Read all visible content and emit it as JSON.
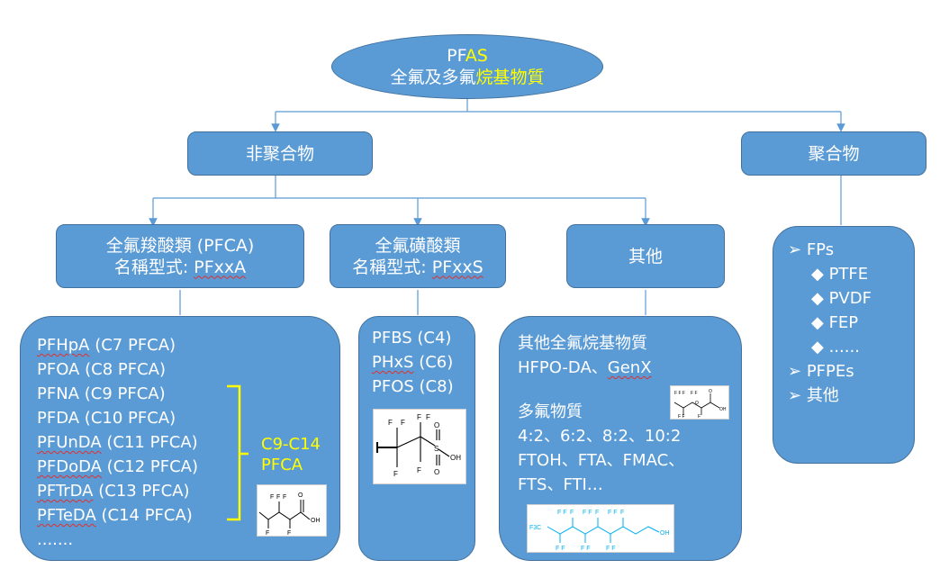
{
  "root": {
    "line1_a": "PF",
    "line1_b": "AS",
    "line2_a": "全氟及多氟",
    "line2_b": "烷基物質"
  },
  "non_polymer": {
    "label": "非聚合物"
  },
  "polymer": {
    "label": "聚合物"
  },
  "pfca": {
    "line1": "全氟羧酸類 (PFCA)",
    "line2_prefix": "名稱型式: ",
    "line2_code": "PFxxA"
  },
  "pfsa": {
    "line1": "全氟磺酸類",
    "line2_prefix": "名稱型式: ",
    "line2_code": "PFxxS"
  },
  "other": {
    "label": "其他"
  },
  "pfca_list": {
    "items": [
      {
        "code": "PFHpA",
        "desc": " (C7 PFCA)"
      },
      {
        "code": "PFOA",
        "desc": " (C8 PFCA)"
      },
      {
        "code": "PFNA",
        "desc": " (C9 PFCA)"
      },
      {
        "code": "PFDA",
        "desc": " (C10 PFCA)"
      },
      {
        "code": "PFUnDA",
        "desc": " (C11 PFCA)"
      },
      {
        "code": "PFDoDA",
        "desc": " (C12 PFCA)"
      },
      {
        "code": "PFTrDA",
        "desc": " (C13 PFCA)"
      },
      {
        "code": "PFTeDA",
        "desc": " (C14 PFCA)"
      }
    ],
    "ellipsis": ".......",
    "bracket_line1": "C9-C14",
    "bracket_line2": "PFCA"
  },
  "pfsa_list": {
    "items": [
      {
        "code": "PFBS",
        "desc": " (C4)"
      },
      {
        "code": "PHxS",
        "desc": " (C6)"
      },
      {
        "code": "PFOS",
        "desc": " (C8)"
      }
    ]
  },
  "other_list": {
    "line1": "其他全氟烷基物質",
    "line2_a": "HFPO-DA、",
    "line2_b": "GenX",
    "line3": "多氟物質",
    "line4": "4:2、6:2、8:2、10:2",
    "line5": "FTOH、FTA、FMAC、",
    "line6": "FTS、FTI…"
  },
  "polymer_list": {
    "fps": "FPs",
    "sub_items": [
      "PTFE",
      "PVDF",
      "FEP",
      "......"
    ],
    "pfpes": "PFPEs",
    "others": "其他"
  },
  "molecules": {
    "pfsa_sulfonyl_o": "O",
    "pfsa_oh": "OH",
    "pfca_oh": "OH",
    "ftoh_cf3": "F3C",
    "ftoh_oh": "OH"
  },
  "colors": {
    "box_fill": "#5b9bd5",
    "box_border": "#41719c",
    "highlight": "#ffff00",
    "connector": "#5b9bd5",
    "mol_cyan": "#00b0f0"
  }
}
